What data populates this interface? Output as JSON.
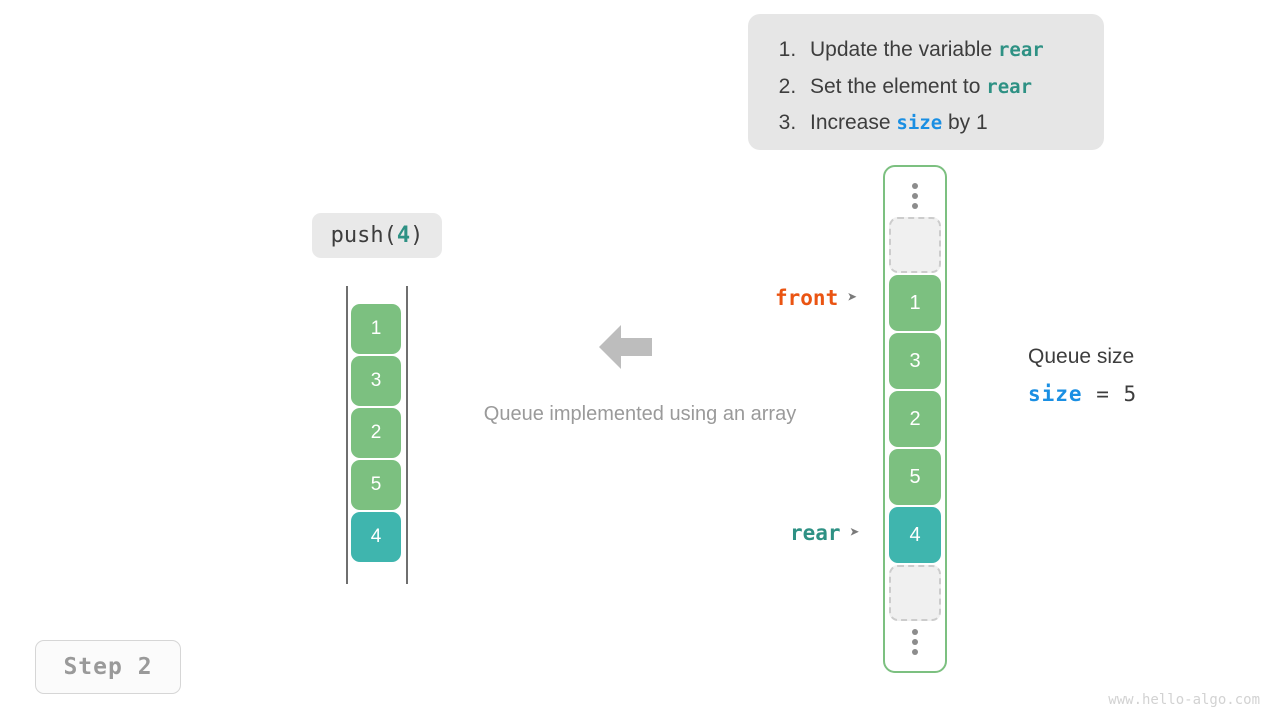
{
  "instructions": {
    "steps": [
      {
        "prefix": "Update the variable ",
        "code": "rear",
        "code_kind": "rear",
        "suffix": ""
      },
      {
        "prefix": "Set the element to ",
        "code": "rear",
        "code_kind": "rear",
        "suffix": ""
      },
      {
        "prefix": "Increase ",
        "code": "size",
        "code_kind": "size",
        "suffix": " by 1"
      }
    ]
  },
  "operation": {
    "name": "push(",
    "arg": "4",
    "close": ")"
  },
  "left_queue": {
    "cells": [
      {
        "value": "1",
        "style": "green"
      },
      {
        "value": "3",
        "style": "green"
      },
      {
        "value": "2",
        "style": "green"
      },
      {
        "value": "5",
        "style": "green"
      },
      {
        "value": "4",
        "style": "teal"
      }
    ]
  },
  "center": {
    "caption": "Queue implemented using an array",
    "arrow_direction": "left"
  },
  "array": {
    "top_ellipsis": "⋮",
    "bottom_ellipsis": "⋮",
    "cells": [
      {
        "value": "",
        "style": "empty"
      },
      {
        "value": "1",
        "style": "green"
      },
      {
        "value": "3",
        "style": "green"
      },
      {
        "value": "2",
        "style": "green"
      },
      {
        "value": "5",
        "style": "green"
      },
      {
        "value": "4",
        "style": "teal"
      },
      {
        "value": "",
        "style": "empty"
      }
    ]
  },
  "pointers": {
    "front": {
      "label": "front",
      "marker": "➤",
      "color": "#ea5412"
    },
    "rear": {
      "label": "rear",
      "marker": "➤",
      "color": "#2e9184"
    }
  },
  "size_info": {
    "title": "Queue size",
    "var": "size",
    "operator": " = ",
    "value": "5"
  },
  "step_badge": {
    "label": "Step 2"
  },
  "watermark": {
    "text": "www.hello-algo.com"
  },
  "colors": {
    "green": "#7cc080",
    "teal": "#3fb5ae",
    "front": "#ea5412",
    "rear": "#2e9184",
    "size_blue": "#1a8fe3",
    "panel_bg": "#e6e6e6",
    "empty_cell": "#f0f0f0"
  }
}
